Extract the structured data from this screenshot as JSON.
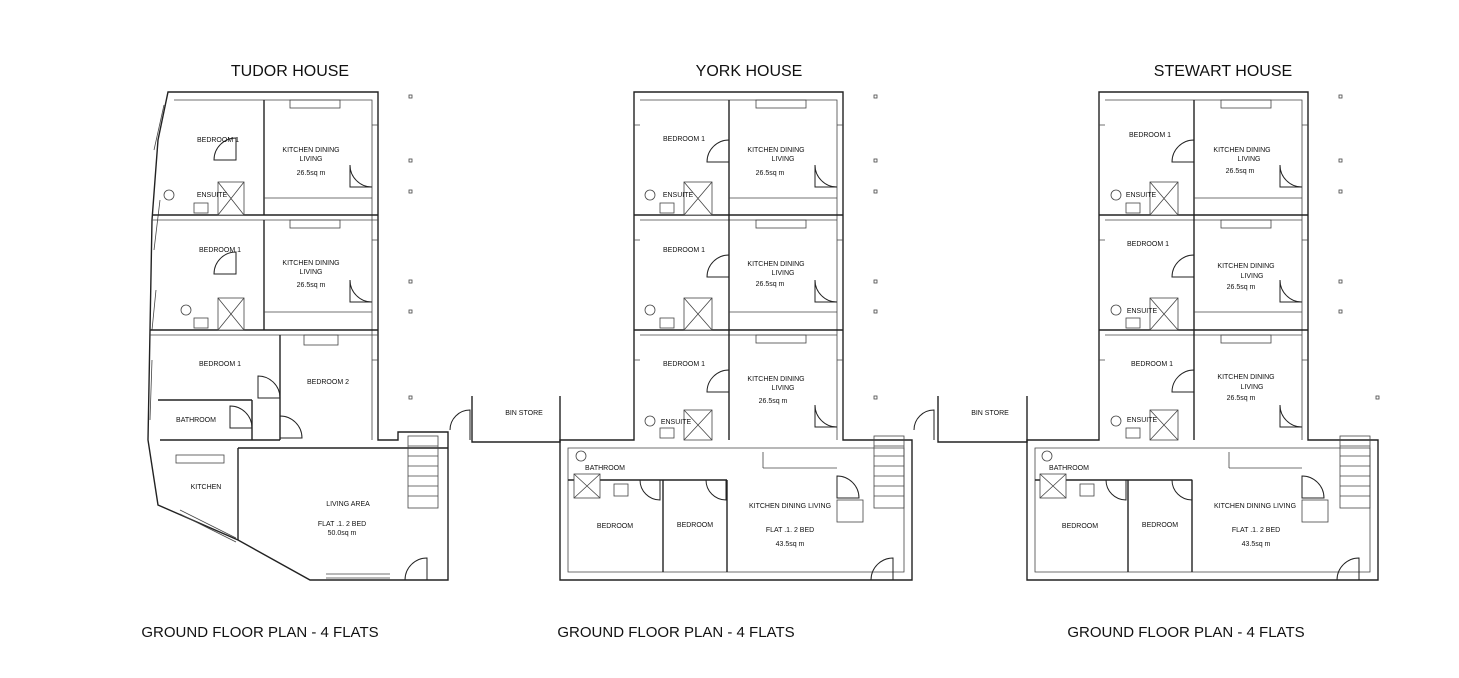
{
  "houses": [
    {
      "title": "TUDOR HOUSE",
      "caption": "GROUND FLOOR PLAN - 4 FLATS",
      "rooms": [
        {
          "label": "BEDROOM 1"
        },
        {
          "label": "KITCHEN DINING"
        },
        {
          "label": "LIVING"
        },
        {
          "label": "26.5sq m"
        },
        {
          "label": "ENSUITE"
        },
        {
          "label": "BEDROOM 1"
        },
        {
          "label": "KITCHEN DINING"
        },
        {
          "label": "LIVING"
        },
        {
          "label": "26.5sq m"
        },
        {
          "label": "BEDROOM 1"
        },
        {
          "label": "BEDROOM 2"
        },
        {
          "label": "BATHROOM"
        },
        {
          "label": "KITCHEN"
        },
        {
          "label": "LIVING AREA"
        },
        {
          "label": "FLAT .1. 2 BED"
        },
        {
          "label": "50.0sq m"
        }
      ]
    },
    {
      "title": "YORK HOUSE",
      "caption": "GROUND FLOOR PLAN - 4 FLATS",
      "rooms": [
        {
          "label": "BEDROOM 1"
        },
        {
          "label": "KITCHEN DINING"
        },
        {
          "label": "LIVING"
        },
        {
          "label": "26.5sq m"
        },
        {
          "label": "ENSUITE"
        },
        {
          "label": "BEDROOM 1"
        },
        {
          "label": "KITCHEN DINING"
        },
        {
          "label": "LIVING"
        },
        {
          "label": "26.5sq m"
        },
        {
          "label": "BEDROOM 1"
        },
        {
          "label": "KITCHEN DINING"
        },
        {
          "label": "LIVING"
        },
        {
          "label": "26.5sq m"
        },
        {
          "label": "ENSUITE"
        },
        {
          "label": "BATHROOM"
        },
        {
          "label": "BEDROOM"
        },
        {
          "label": "BEDROOM"
        },
        {
          "label": "KITCHEN DINING LIVING"
        },
        {
          "label": "FLAT .1. 2 BED"
        },
        {
          "label": "43.5sq m"
        }
      ]
    },
    {
      "title": "STEWART HOUSE",
      "caption": "GROUND FLOOR PLAN - 4 FLATS",
      "rooms": [
        {
          "label": "BEDROOM 1"
        },
        {
          "label": "KITCHEN DINING"
        },
        {
          "label": "LIVING"
        },
        {
          "label": "26.5sq m"
        },
        {
          "label": "ENSUITE"
        },
        {
          "label": "BEDROOM 1"
        },
        {
          "label": "KITCHEN DINING"
        },
        {
          "label": "LIVING"
        },
        {
          "label": "26.5sq m"
        },
        {
          "label": "ENSUITE"
        },
        {
          "label": "BEDROOM 1"
        },
        {
          "label": "KITCHEN DINING"
        },
        {
          "label": "LIVING"
        },
        {
          "label": "26.5sq m"
        },
        {
          "label": "ENSUITE"
        },
        {
          "label": "BATHROOM"
        },
        {
          "label": "BEDROOM"
        },
        {
          "label": "BEDROOM"
        },
        {
          "label": "KITCHEN DINING LIVING"
        },
        {
          "label": "FLAT .1. 2 BED"
        },
        {
          "label": "43.5sq m"
        }
      ]
    }
  ],
  "bin_stores": [
    {
      "label": "BIN STORE"
    },
    {
      "label": "BIN STORE"
    }
  ]
}
